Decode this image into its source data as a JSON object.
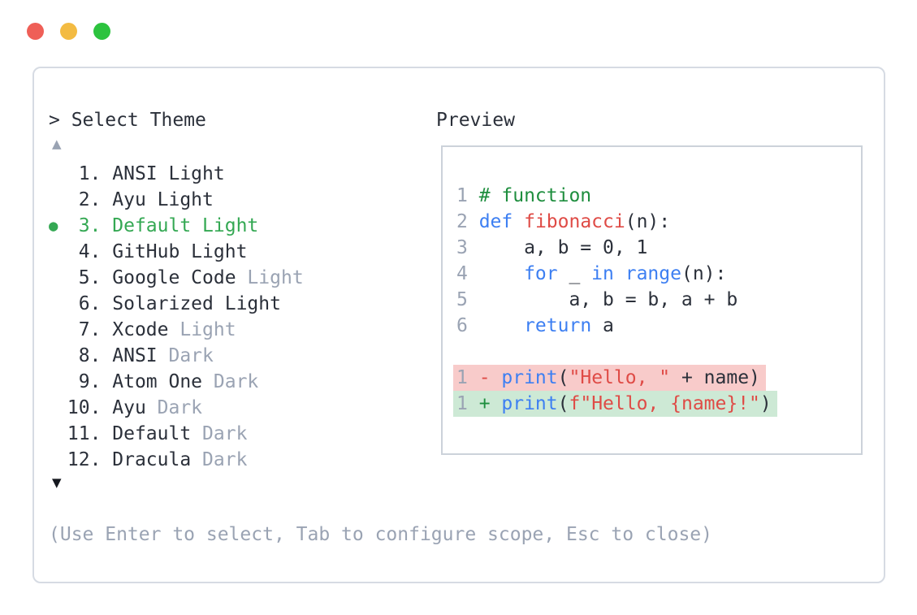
{
  "window": {
    "traffic_lights": [
      {
        "name": "close-button",
        "color": "#ef5f57"
      },
      {
        "name": "minimize-button",
        "color": "#f3bb42"
      },
      {
        "name": "zoom-button",
        "color": "#2cc33e"
      }
    ]
  },
  "theme_selector": {
    "prompt": "> Select Theme",
    "scroll_up_indicator": "▲",
    "scroll_down_indicator": "▼",
    "selection_bullet": "●",
    "items": [
      {
        "number": "1.",
        "name": "ANSI Light",
        "variant": "",
        "selected": false
      },
      {
        "number": "2.",
        "name": "Ayu Light",
        "variant": "",
        "selected": false
      },
      {
        "number": "3.",
        "name": "Default Light",
        "variant": "",
        "selected": true
      },
      {
        "number": "4.",
        "name": "GitHub Light",
        "variant": "",
        "selected": false
      },
      {
        "number": "5.",
        "name": "Google Code",
        "variant": " Light",
        "selected": false
      },
      {
        "number": "6.",
        "name": "Solarized Light",
        "variant": "",
        "selected": false
      },
      {
        "number": "7.",
        "name": "Xcode",
        "variant": " Light",
        "selected": false
      },
      {
        "number": "8.",
        "name": "ANSI",
        "variant": " Dark",
        "selected": false
      },
      {
        "number": "9.",
        "name": "Atom One",
        "variant": " Dark",
        "selected": false
      },
      {
        "number": "10.",
        "name": "Ayu",
        "variant": " Dark",
        "selected": false
      },
      {
        "number": "11.",
        "name": "Default",
        "variant": " Dark",
        "selected": false
      },
      {
        "number": "12.",
        "name": "Dracula",
        "variant": " Dark",
        "selected": false
      }
    ],
    "help_text": "(Use Enter to select, Tab to configure scope, Esc to close)"
  },
  "preview": {
    "title": "Preview",
    "code_lines": [
      {
        "kind": "code",
        "num": "1",
        "tokens": [
          {
            "cls": "c",
            "t": "# function"
          }
        ]
      },
      {
        "kind": "code",
        "num": "2",
        "tokens": [
          {
            "cls": "k",
            "t": "def"
          },
          {
            "cls": "p",
            "t": " "
          },
          {
            "cls": "f",
            "t": "fibonacci"
          },
          {
            "cls": "p",
            "t": "(n):"
          }
        ]
      },
      {
        "kind": "code",
        "num": "3",
        "tokens": [
          {
            "cls": "p",
            "t": "    a, b = 0, 1"
          }
        ]
      },
      {
        "kind": "code",
        "num": "4",
        "tokens": [
          {
            "cls": "p",
            "t": "    "
          },
          {
            "cls": "k",
            "t": "for"
          },
          {
            "cls": "p",
            "t": " _ "
          },
          {
            "cls": "k",
            "t": "in"
          },
          {
            "cls": "p",
            "t": " "
          },
          {
            "cls": "k",
            "t": "range"
          },
          {
            "cls": "p",
            "t": "(n):"
          }
        ]
      },
      {
        "kind": "code",
        "num": "5",
        "tokens": [
          {
            "cls": "p",
            "t": "        a, b = b, a + b"
          }
        ]
      },
      {
        "kind": "code",
        "num": "6",
        "tokens": [
          {
            "cls": "p",
            "t": "    "
          },
          {
            "cls": "k",
            "t": "return"
          },
          {
            "cls": "p",
            "t": " a"
          }
        ]
      },
      {
        "kind": "blank"
      },
      {
        "kind": "removed",
        "num": "1",
        "tokens": [
          {
            "cls": "del",
            "t": "- "
          },
          {
            "cls": "k",
            "t": "print"
          },
          {
            "cls": "p",
            "t": "("
          },
          {
            "cls": "s",
            "t": "\"Hello, \""
          },
          {
            "cls": "p",
            "t": " + name)"
          }
        ]
      },
      {
        "kind": "added",
        "num": "1",
        "tokens": [
          {
            "cls": "add",
            "t": "+ "
          },
          {
            "cls": "k",
            "t": "print"
          },
          {
            "cls": "p",
            "t": "("
          },
          {
            "cls": "s",
            "t": "f\"Hello, {name}!\""
          },
          {
            "cls": "p",
            "t": ")"
          }
        ]
      }
    ]
  },
  "colors": {
    "traffic_red": "#ef5f57",
    "traffic_yellow": "#f3bb42",
    "traffic_green": "#2cc33e",
    "panel_border": "#d6dbe3",
    "preview_border": "#ccd2da",
    "text_dark": "#2b303a",
    "muted_gray": "#9aa3b3",
    "selected_green": "#34a853",
    "keyword_blue": "#3d7ff2",
    "comment_green": "#1e8e3e",
    "string_red": "#df4b46",
    "diff_removed_bg": "#f8cbca",
    "diff_added_bg": "#cde9d5"
  }
}
